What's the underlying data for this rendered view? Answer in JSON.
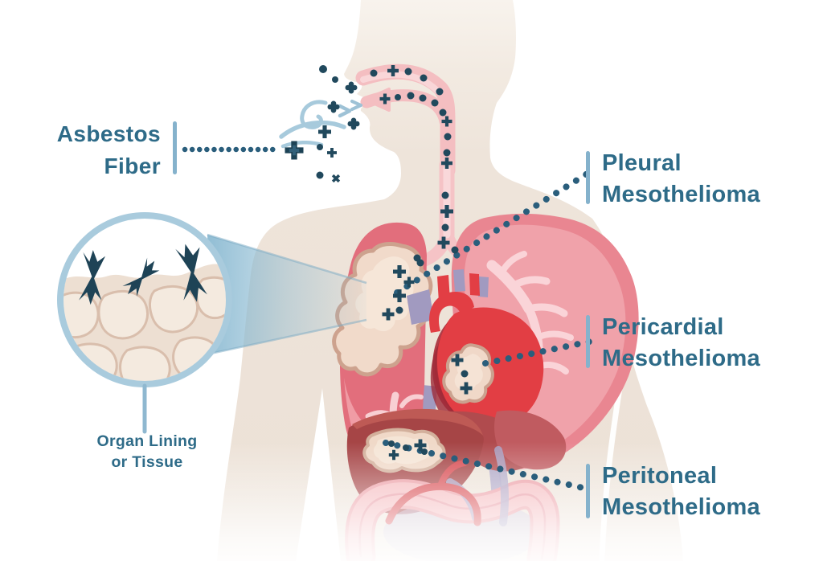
{
  "labels": {
    "asbestos_fiber": {
      "line1": "Asbestos",
      "line2": "Fiber"
    },
    "organ_lining": {
      "line1": "Organ Lining",
      "line2": "or Tissue"
    },
    "pleural": {
      "line1": "Pleural",
      "line2": "Mesothelioma"
    },
    "pericardial": {
      "line1": "Pericardial",
      "line2": "Mesothelioma"
    },
    "peritoneal": {
      "line1": "Peritoneal",
      "line2": "Mesothelioma"
    }
  },
  "colors": {
    "label_text_teal": "#2E6B88",
    "label_bar_blue": "#85B2CC",
    "leader_dot_navy": "#2A5E7C",
    "particle_dark_teal": "#21495D",
    "magnifier_ring_blue": "#A9CBDD",
    "connector_blue": "#8FB8D0",
    "body_beige": "#EEE4DA",
    "airway_pink": "#F4BEC1",
    "lung_pink": "#E26E7C",
    "heart_red": "#E23E44",
    "liver_red": "#A64546",
    "intestine_pink": "#F5B9BD",
    "lesion_beige": "#F1DACA",
    "fiber_dark": "#1E4356"
  },
  "icons": {
    "particles": "asbestos-particle-icon",
    "airflow": "inhale-swirl-icon",
    "arrows": "inhale-arrow-icon",
    "magnifier": "tissue-magnifier-circle",
    "fibers": "asbestos-fiber-icon"
  }
}
